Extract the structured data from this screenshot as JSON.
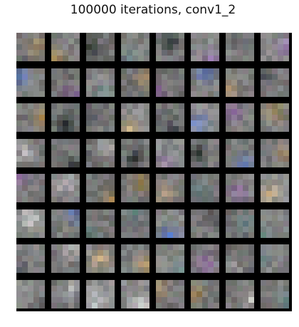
{
  "figure": {
    "title": "100000 iterations, conv1_2"
  },
  "grid": {
    "rows": 8,
    "cols": 8,
    "tile_resolution": 5,
    "background_color": "#000000",
    "filter_base_color": "#8c8c8c"
  }
}
